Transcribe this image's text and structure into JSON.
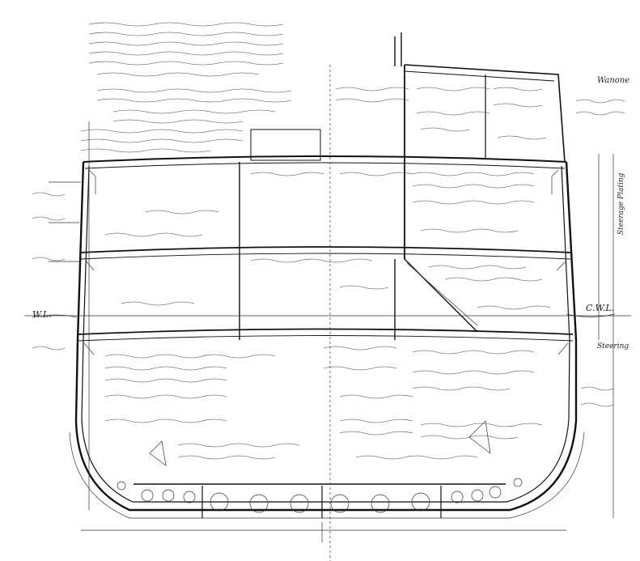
{
  "colors": {
    "ink": "#111111",
    "paper": "#ffffff"
  },
  "labels": {
    "waterline_left": "W.L.",
    "waterline_right": "C.W.L.",
    "right_margin_1": "Wanone",
    "right_margin_2": "Steerage Plating",
    "right_margin_3": "Steering"
  }
}
